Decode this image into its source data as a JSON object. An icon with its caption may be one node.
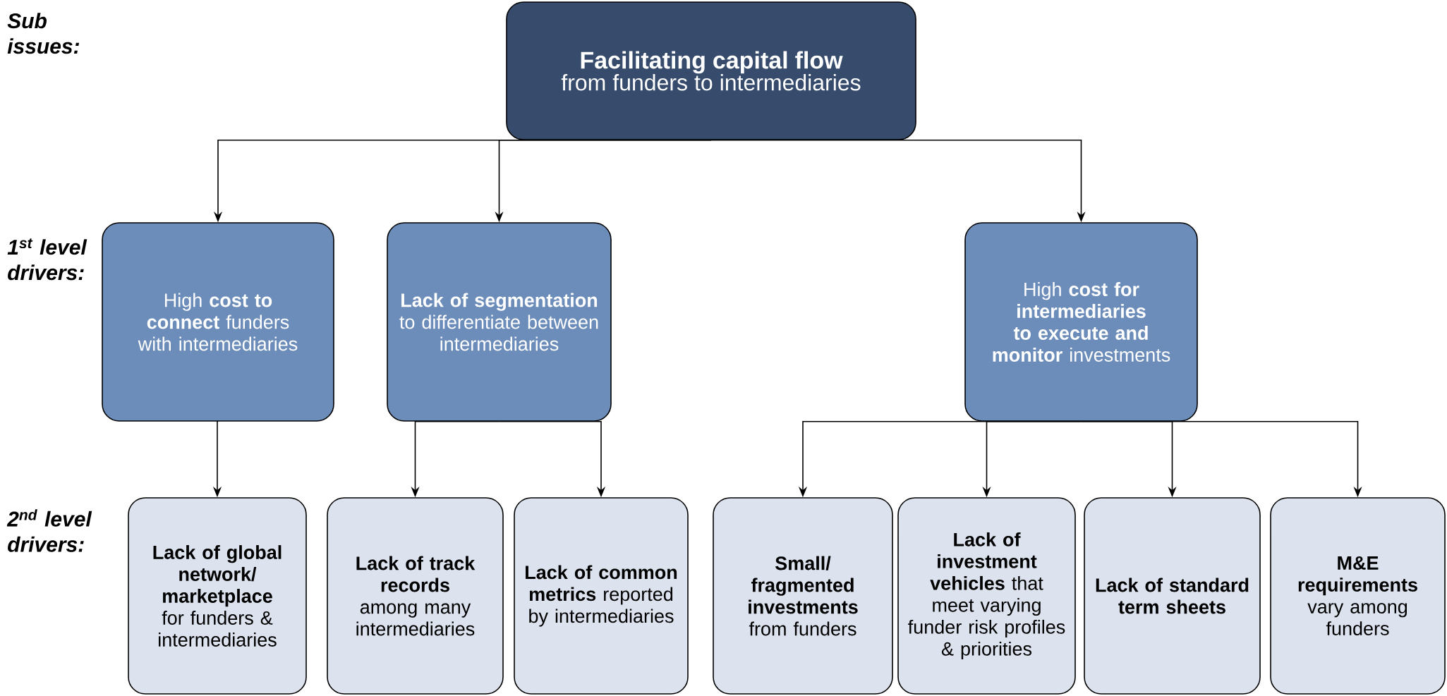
{
  "diagram": {
    "nodes": [
      {
        "text": [
          "Facilitating capital flow",
          "from funders to intermediaries"
        ]
      },
      {
        "text": [
          "High **cost to connect** funders with intermediaries"
        ]
      },
      {
        "text": [
          "**Lack of segmentation** to differentiate between intermediaries"
        ]
      },
      {
        "text": [
          "High **cost for intermediaries to execute and monitor** investments"
        ]
      },
      {
        "text": [
          "**Lack of global network/ marketplace** for funders & intermediaries"
        ]
      },
      {
        "text": [
          "**Lack of track records** among many intermediaries"
        ]
      },
      {
        "text": [
          "**Lack of common metrics** reported by intermediaries"
        ]
      },
      {
        "text": [
          "**Small/ fragmented investments** from funders"
        ]
      },
      {
        "text": [
          "**Lack of investment vehicles** that meet varying funder risk profiles & priorities"
        ]
      },
      {
        "text": [
          "**Lack of standard term sheets**"
        ]
      },
      {
        "text": [
          "**M&E requirements** vary among funders"
        ]
      }
    ],
    "edges": [
      {
        "from": 0,
        "to": 1,
        "arrow": "to"
      },
      {
        "from": 0,
        "to": 2,
        "arrow": "to"
      },
      {
        "from": 0,
        "to": 3,
        "arrow": "to"
      },
      {
        "from": 1,
        "to": 4,
        "arrow": "to"
      },
      {
        "from": 2,
        "to": 5,
        "arrow": "to"
      },
      {
        "from": 2,
        "to": 6,
        "arrow": "to"
      },
      {
        "from": 3,
        "to": 7,
        "arrow": "to"
      },
      {
        "from": 3,
        "to": 8,
        "arrow": "to"
      },
      {
        "from": 3,
        "to": 9,
        "arrow": "to"
      },
      {
        "from": 3,
        "to": 10,
        "arrow": "to"
      }
    ],
    "labels": [
      "Sub issues:",
      "1$^{st}$ level drivers:",
      "2$^{nd}$ level drivers:"
    ]
  }
}
